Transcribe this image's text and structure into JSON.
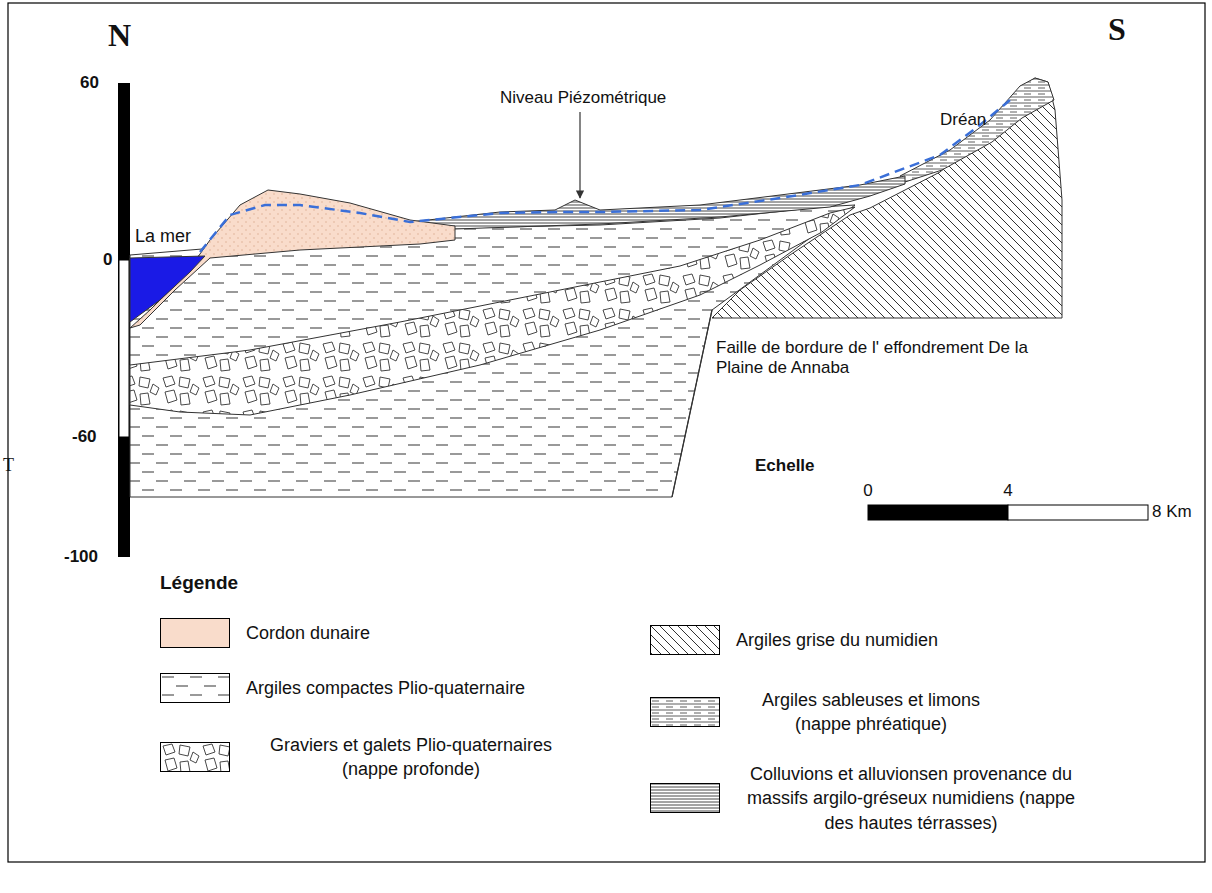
{
  "diagram": {
    "labels": [
      "N",
      "S",
      "60",
      "0",
      "-60",
      "-100",
      "T",
      "La mer",
      "Niveau Piézométrique",
      "Dréan",
      "Faille de bordure de l' effondrement De la Plaine de Annaba",
      "Echelle",
      "0",
      "4",
      "8 Km",
      "Légende"
    ],
    "legend": [
      {
        "text": "Cordon dunaire",
        "color": "#f9dccb"
      },
      {
        "text": "Argiles compactes Plio-quaternaire"
      },
      {
        "text": "Graviers et galets Plio-quaternaires (nappe profonde)"
      },
      {
        "text": "Argiles grise du numidien"
      },
      {
        "text": "Argiles sableuses et limons (nappe phréatique)"
      },
      {
        "text": "Colluvions et alluvionsen provenance du massifs argilo-gréseux numidiens (nappe des hautes térrasses)"
      }
    ]
  }
}
